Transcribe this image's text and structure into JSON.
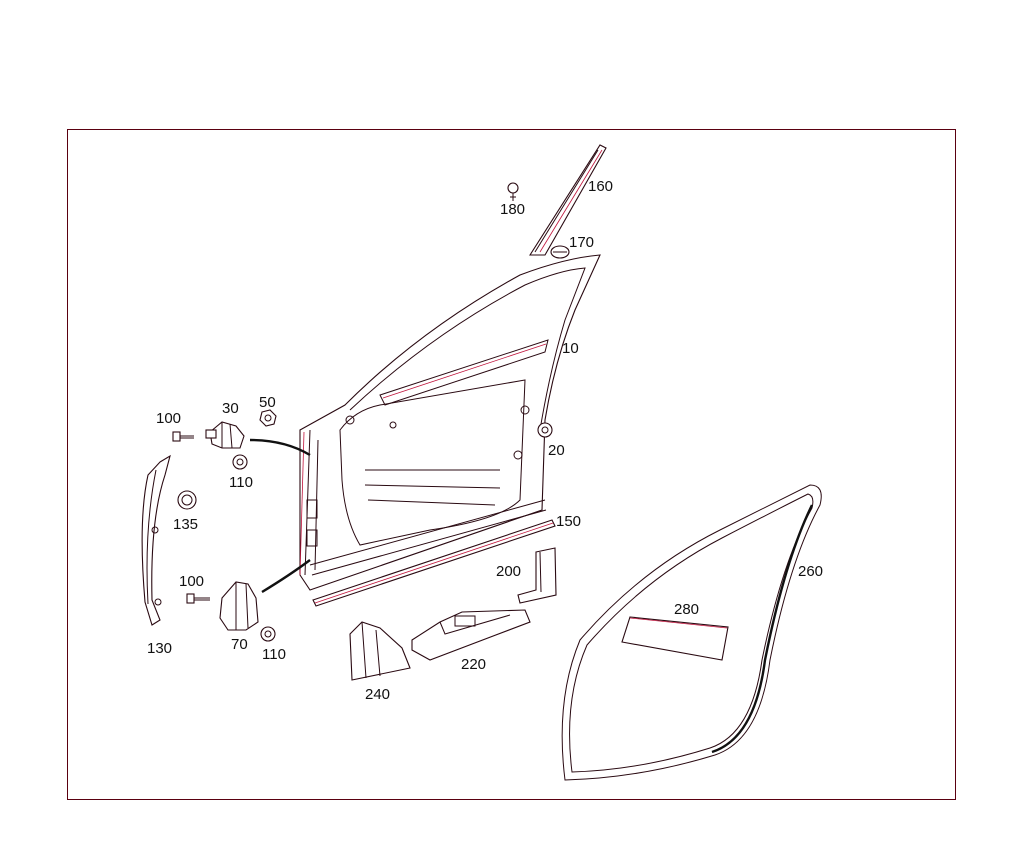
{
  "callouts": {
    "p10": "10",
    "p20": "20",
    "p30": "30",
    "p50": "50",
    "p70": "70",
    "p100a": "100",
    "p100b": "100",
    "p110a": "110",
    "p110b": "110",
    "p130": "130",
    "p135": "135",
    "p150": "150",
    "p160": "160",
    "p170": "170",
    "p180": "180",
    "p200": "200",
    "p220": "220",
    "p240": "240",
    "p260": "260",
    "p280": "280"
  },
  "colors": {
    "frame": "#5a0010",
    "outline": "#2a0a12",
    "accent": "#c0143c"
  }
}
